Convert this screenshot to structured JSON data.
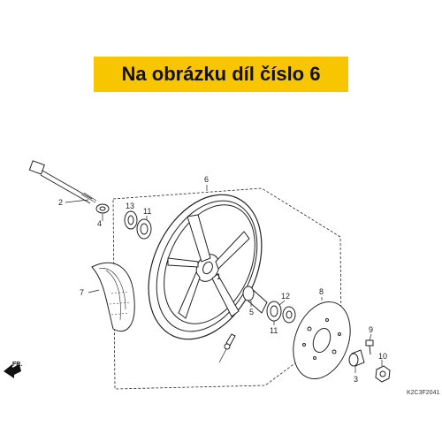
{
  "banner": {
    "text": "Na obrázku díl číslo 6",
    "color": "#f7c600"
  },
  "callouts": [
    "1",
    "2",
    "3",
    "4",
    "5",
    "6",
    "7",
    "8",
    "9",
    "10",
    "11",
    "11",
    "12",
    "13"
  ],
  "direction_label": "FR.",
  "drawing_code": "K2C3F2041"
}
